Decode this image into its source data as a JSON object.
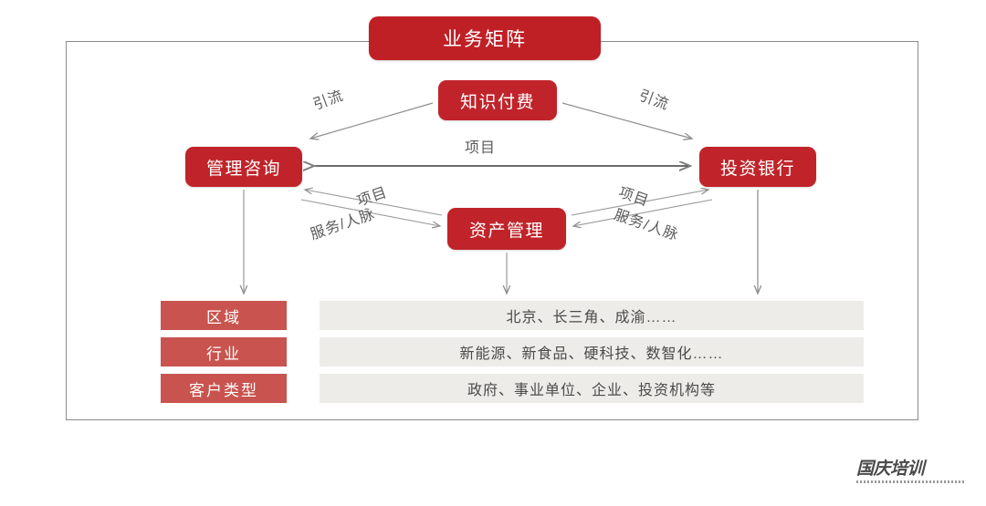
{
  "title": {
    "label": "业务矩阵"
  },
  "nodes": {
    "knowledge": "知识付费",
    "consulting": "管理咨询",
    "investment_bank": "投资银行",
    "asset_management": "资产管理"
  },
  "arrow_labels": {
    "drainage_left": "引流",
    "drainage_right": "引流",
    "project_middle": "项目",
    "project_left": "项目",
    "service_left": "服务/人脉",
    "project_right": "项目",
    "service_right": "服务/人脉"
  },
  "matrix": {
    "rows": [
      {
        "label": "区域",
        "value": "北京、长三角、成渝……"
      },
      {
        "label": "行业",
        "value": "新能源、新食品、硬科技、数智化……"
      },
      {
        "label": "客户类型",
        "value": "政府、事业单位、企业、投资机构等"
      }
    ]
  },
  "watermark": {
    "text": "国庆培训"
  },
  "colors": {
    "title_red": "#bf2026",
    "node_red": "#c0242a",
    "matrix_label_red": "#c9534e",
    "matrix_value_bg": "#eeece8",
    "arrow_gray": "#8f8f8f",
    "frame_gray": "#8a8a8a"
  }
}
